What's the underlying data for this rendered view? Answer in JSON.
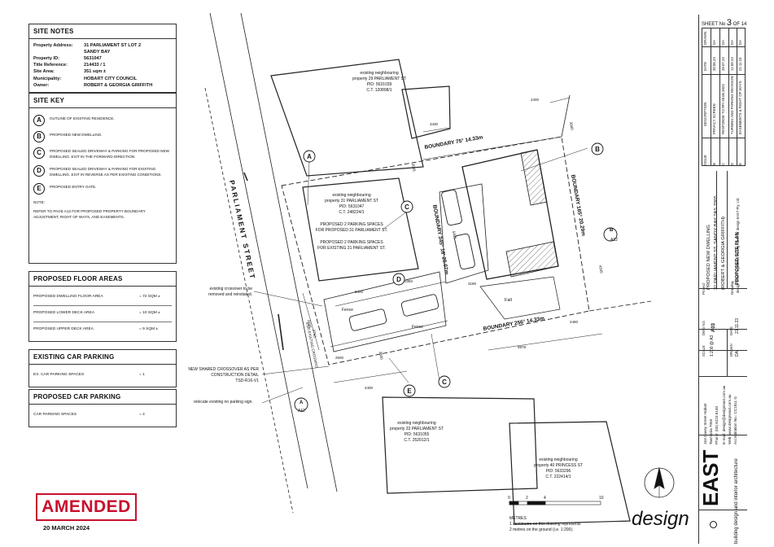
{
  "site_notes": {
    "title": "SITE NOTES",
    "rows": [
      {
        "k": "Property Address:",
        "v": "31 PARLIAMENT ST LOT 2"
      },
      {
        "k": "",
        "v": "SANDY BAY"
      },
      {
        "k": "Property ID:",
        "v": "5631047"
      },
      {
        "k": "Title Reference:",
        "v": "214433 / 1"
      },
      {
        "k": "Site Area:",
        "v": "351 sqm ±"
      },
      {
        "k": "Municipality:",
        "v": "HOBART CITY COUNCIL"
      },
      {
        "k": "Owner:",
        "v": "ROBERT & GEORGIA GRIFFITH"
      }
    ]
  },
  "site_key": {
    "title": "SITE KEY",
    "items": [
      {
        "letter": "A",
        "text": "OUTLINE OF EXISTING RESIDENCE."
      },
      {
        "letter": "B",
        "text": "PROPOSED NEW DWELLING."
      },
      {
        "letter": "C",
        "text": "PROPOSED SEALED DRIVEWAY & PARKING FOR PROPOSED NEW DWELLING. EXIT IN THE FORWARD DIRECTION."
      },
      {
        "letter": "D",
        "text": "PROPOSED SEALED DRIVEWAY & PARKING FOR EXISTING DWELLING. EXIT IN REVERSE AS PER EXISTING CONDITIONS."
      },
      {
        "letter": "E",
        "text": "PROPOSED ENTRY GATE."
      }
    ],
    "note_label": "NOTE:",
    "note": "REFER TO PAGE A13 FOR PROPOSED PROPERTY BOUNDARY ADJUSTMENT, RIGHT OF WAYS, AND EASEMENTS."
  },
  "floor_areas": {
    "title": "PROPOSED FLOOR AREAS",
    "rows": [
      {
        "k": "PROPOSED DWELLING FLOOR AREA",
        "v": "= 72 sqm ±"
      },
      {
        "k": "PROPOSED LOWER DECK AREA",
        "v": "= 10 sqm ±"
      },
      {
        "k": "PROPOSED UPPER DECK AREA",
        "v": "= 9 sqm ±"
      }
    ]
  },
  "existing_parking": {
    "title": "EXISTING CAR PARKING",
    "rows": [
      {
        "k": "ex. CAR PARKING SPACES",
        "v": "= 1"
      }
    ]
  },
  "proposed_parking": {
    "title": "PROPOSED CAR PARKING",
    "rows": [
      {
        "k": "CAR PARKING SPACES",
        "v": "= 4"
      }
    ]
  },
  "stamp": {
    "label": "AMENDED",
    "date": "20 MARCH 2024",
    "color": "#c8102e"
  },
  "plan": {
    "street": "PARLIAMENT STREET",
    "neigh_29": [
      "existing neighbouring",
      "property 29 PARLIAMENT ST",
      "PID: 5631039",
      "C.T. 120898/1"
    ],
    "neigh_31": [
      "existing neighbouring",
      "property 31 PARLIAMENT ST",
      "PID: 5631047",
      "C.T. 248224/1"
    ],
    "neigh_33": [
      "existing neighbouring",
      "property 33 PARLIAMENT ST",
      "PID: 5631055",
      "C.T. 252012/1"
    ],
    "neigh_40": [
      "existing neighbouring",
      "property 40 PRINCESS ST",
      "PID: 5633296",
      "C.T. 222414/1"
    ],
    "parking_new": [
      "PROPOSED 2 PARKING SPACES",
      "FOR PROPOSED 31 PARLIAMENT ST."
    ],
    "parking_exist": [
      "PROPOSED 2 PARKING SPACES",
      "FOR EXISTING 31 PARLIAMENT ST."
    ],
    "boundary_top": "BOUNDARY 75° 14.33m",
    "boundary_left": "BOUNDARY 345° 16' 20.07m",
    "boundary_right": "BOUNDARY 165° 20.29m",
    "boundary_bottom": "BOUNDARY 256° 14.33m",
    "crossover_note": [
      "existing crossover to be",
      "removed and reinstated."
    ],
    "shared_note": [
      "NEW SHARED CROSSOVER AS PER",
      "CONSTRUCTION DETAIL",
      "TSD-R16-V1"
    ],
    "parking_sign": "relocate existing no parking sign.",
    "fence1": "Fence",
    "fence2": "Fence",
    "fall": "Fall",
    "crossing_label": "5500 EXISTING CROSSING",
    "dims": {
      "d2400": "2400",
      "d3430": "3430",
      "d3000": "3000",
      "d3045": "3045",
      "d5400": "5400",
      "d3350": "3350",
      "d3180": "3180",
      "d4345": "4345",
      "d2490": "2490",
      "d9878": "9878",
      "d2500": "2500",
      "d3600": "3600",
      "d4400": "4400",
      "d3100": "3100",
      "d2750": "2750",
      "d5455": "5455"
    },
    "section_ref": "A12",
    "section_a": "A",
    "section_b": "B",
    "callouts": [
      "A",
      "B",
      "C",
      "D",
      "C",
      "E"
    ],
    "scale_ticks": [
      "0",
      "2",
      "4",
      "10"
    ],
    "scale_unit": "METRES",
    "scale_note": [
      "1 centimetre on this drawing represents",
      "2 metres on the ground (i.e. 1:200)."
    ]
  },
  "title_block": {
    "sheet": "SHEET No",
    "sheet_no": "3",
    "sheet_of": "OF 14",
    "rev_headers": [
      "ISSUE",
      "DESCRIPTION",
      "DATE",
      "DRAWN"
    ],
    "revisions": [
      {
        "issue": "B",
        "desc": "PRIVACY SCREEN",
        "date": "20.06.23",
        "drawn": "DA"
      },
      {
        "issue": "C",
        "desc": "RESPONSE TO RFI 28.06.2023",
        "date": "28.07.23",
        "drawn": "DA"
      },
      {
        "issue": "D",
        "desc": "TURNING AND PARKING REVISION",
        "date": "12.09.23",
        "drawn": "DA"
      },
      {
        "issue": "E",
        "desc": "EASEMENTS & RIGHT OF WAYS",
        "date": "21.11.23",
        "drawn": "DA"
      }
    ],
    "copyright": "design EAST registered trading name for design EAST Pty. Ltd.",
    "project_label": "Project",
    "project": [
      "PROPOSED NEW DWELLING",
      "31 PARLIAMENT ST, SANDY BAY TAS 7005",
      "(ROBERT & GEORGIA GRIFFITH)"
    ],
    "drawing_label": "Drawing",
    "drawing": "PROPOSED SITE PLAN",
    "dwg_no_label": "DWG NO.",
    "dwg_no": "A03",
    "date_label": "DATE",
    "date": "21.11.23",
    "scale_label": "SCALE",
    "scale": "1:200 @ A3",
    "drawn_label": "DRAWN",
    "drawn": "DA",
    "address": [
      "153 Davey Street Hobart",
      "Tasmania 7000",
      "Phone: (03) 6223 6140"
    ],
    "contact": [
      "E-mail: design@designeast.com.au",
      "Web: www.designeast.com.au",
      "Accreditation No.: CC1811 G"
    ],
    "brand_east": "EAST",
    "brand_design": "design",
    "brand_sub": "building design and interior architecture"
  }
}
